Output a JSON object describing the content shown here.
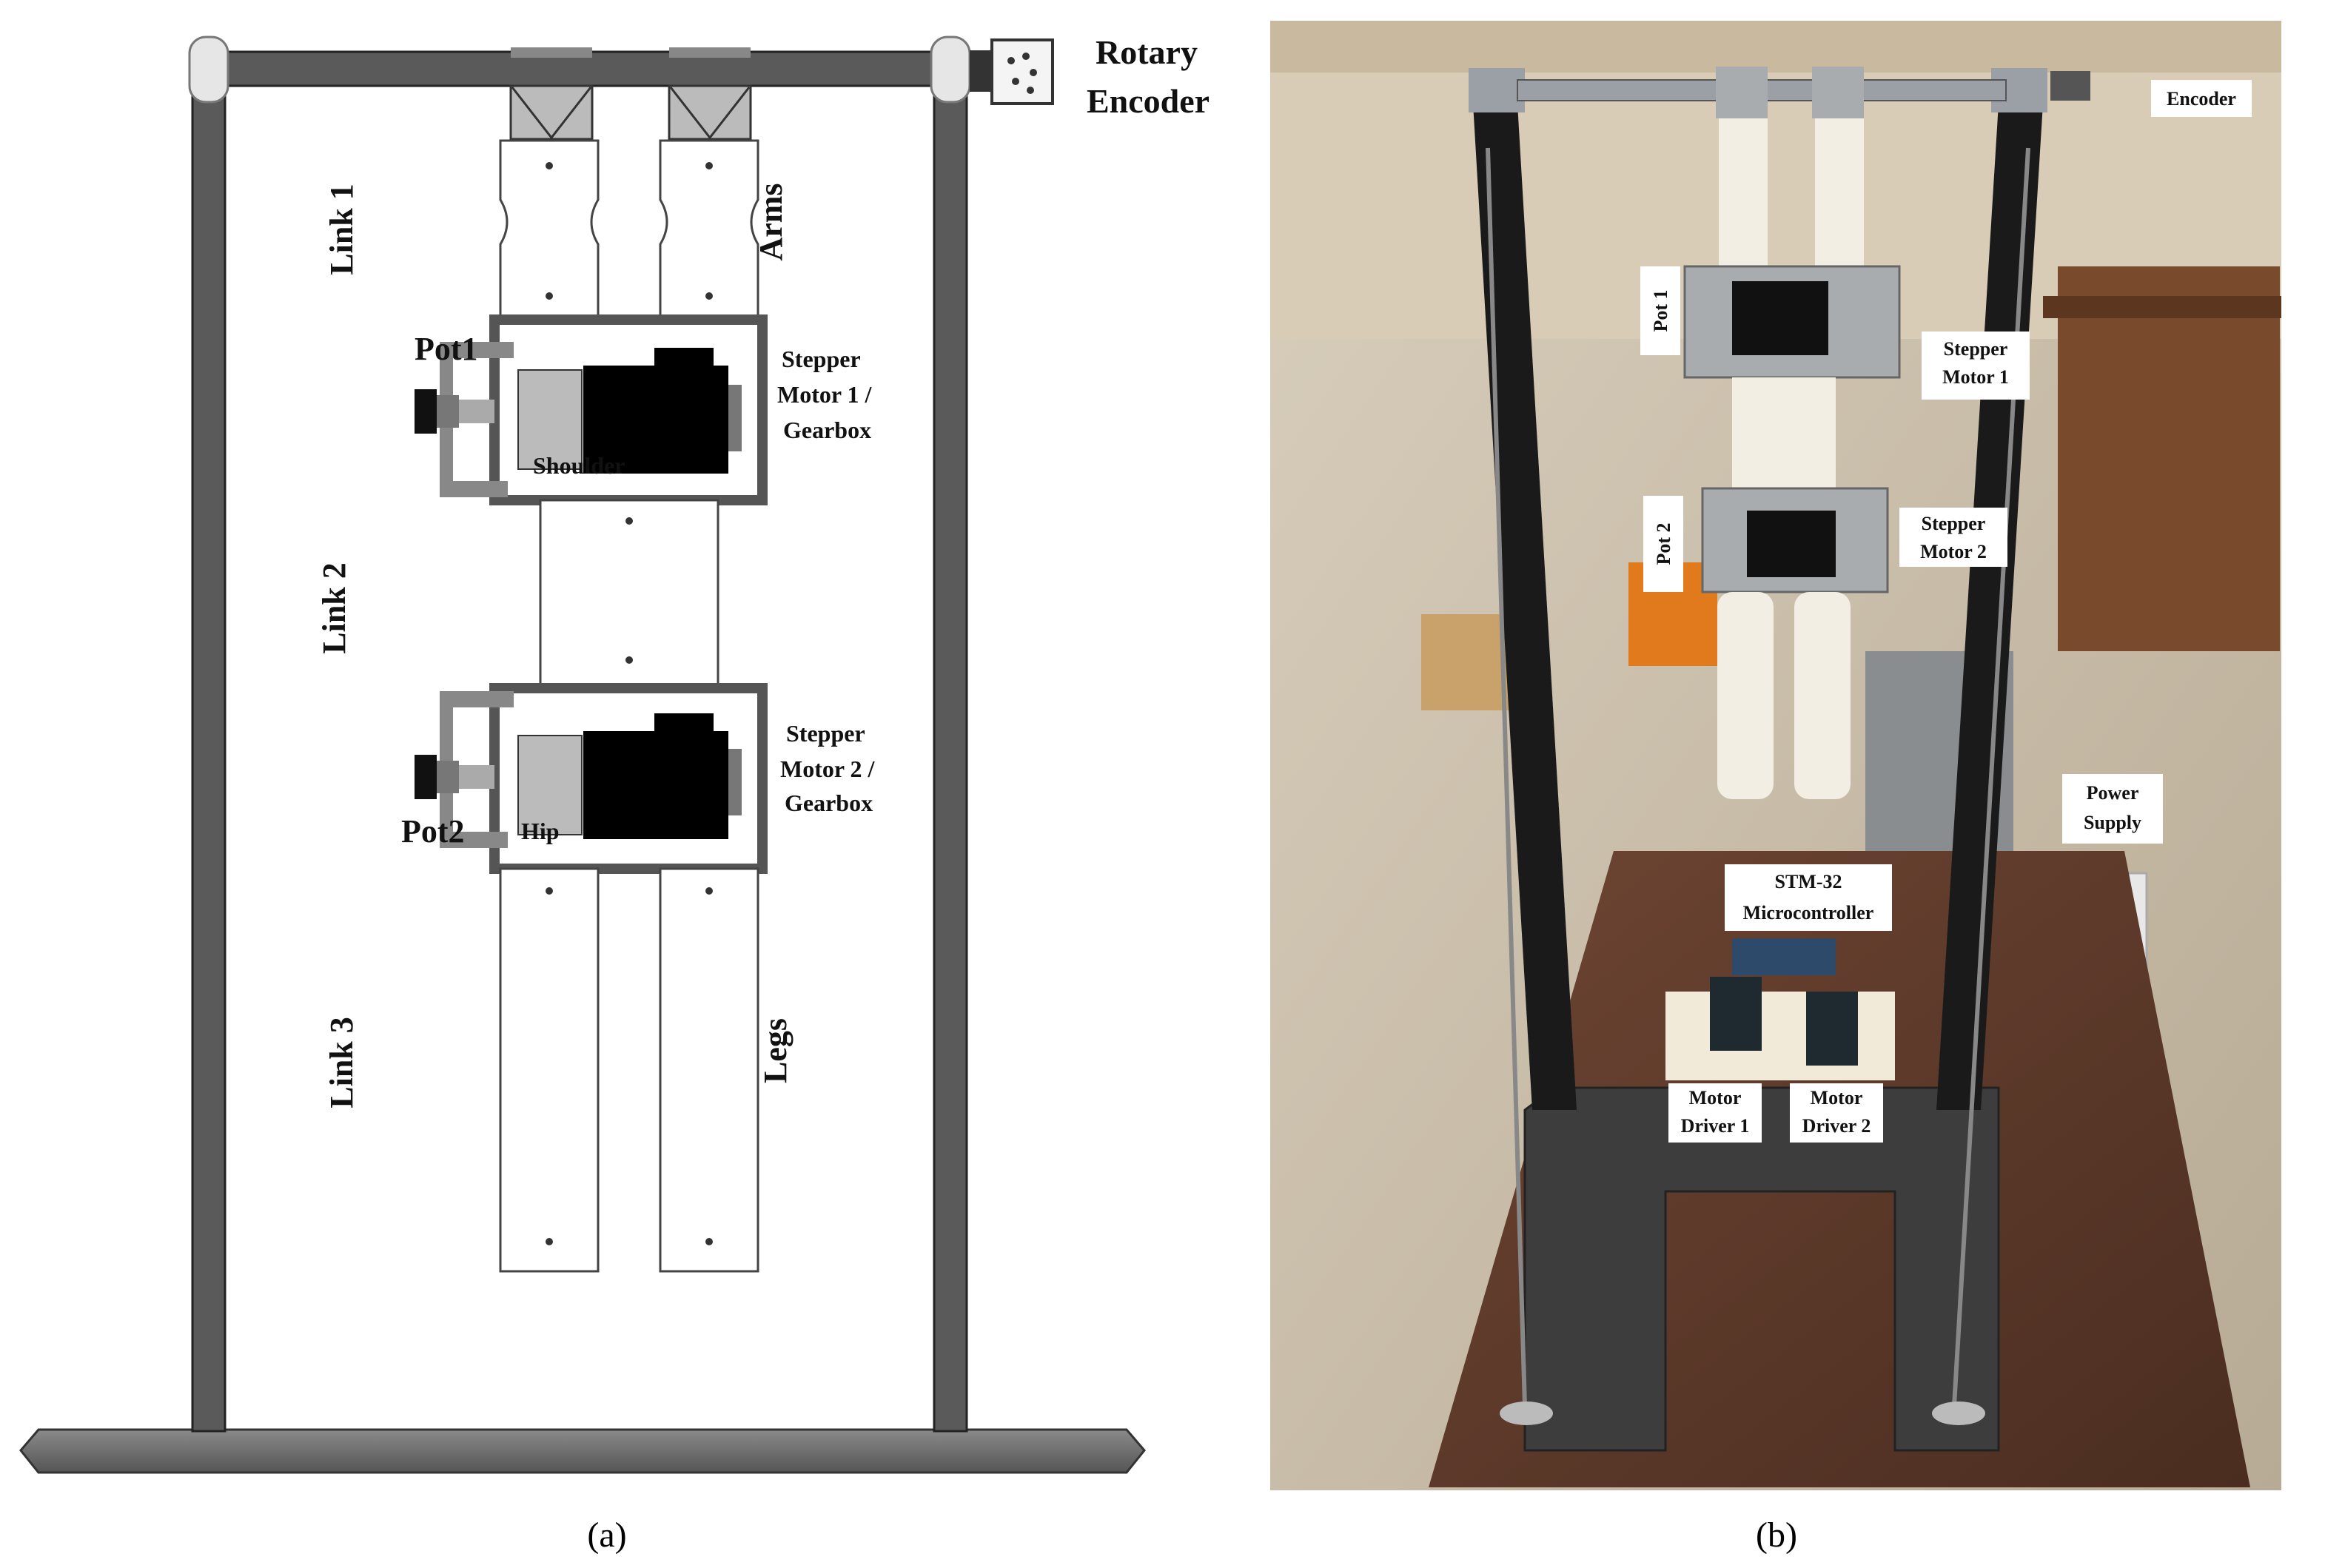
{
  "panel_a": {
    "caption": "(a)",
    "labels": {
      "rotary": "Rotary",
      "encoder": "Encoder",
      "link1": "Link 1",
      "link2": "Link 2",
      "link3": "Link 3",
      "arms": "Arms",
      "legs": "Legs",
      "pot1": "Pot1",
      "pot2": "Pot2",
      "shoulder": "Shoulder",
      "hip": "Hip",
      "stepper1_l1": "Stepper",
      "stepper1_l2": "Motor 1 /",
      "stepper1_l3": "Gearbox",
      "stepper2_l1": "Stepper",
      "stepper2_l2": "Motor 2 /",
      "stepper2_l3": "Gearbox"
    }
  },
  "panel_b": {
    "caption": "(b)",
    "labels": {
      "encoder": "Encoder",
      "pot1": "Pot 1",
      "pot2": "Pot 2",
      "stepper1_l1": "Stepper",
      "stepper1_l2": "Motor 1",
      "stepper2_l1": "Stepper",
      "stepper2_l2": "Motor 2",
      "power_l1": "Power",
      "power_l2": "Supply",
      "stm_l1": "STM-32",
      "stm_l2": "Microcontroller",
      "driver1_l1": "Motor",
      "driver1_l2": "Driver 1",
      "driver2_l1": "Motor",
      "driver2_l2": "Driver 2"
    }
  },
  "colors": {
    "frame": "#5a5a5a",
    "motor": "#000000",
    "floor": "#5b3a2a",
    "lab_wall": "#cfc4b0",
    "pole": "#1a1a1a"
  }
}
